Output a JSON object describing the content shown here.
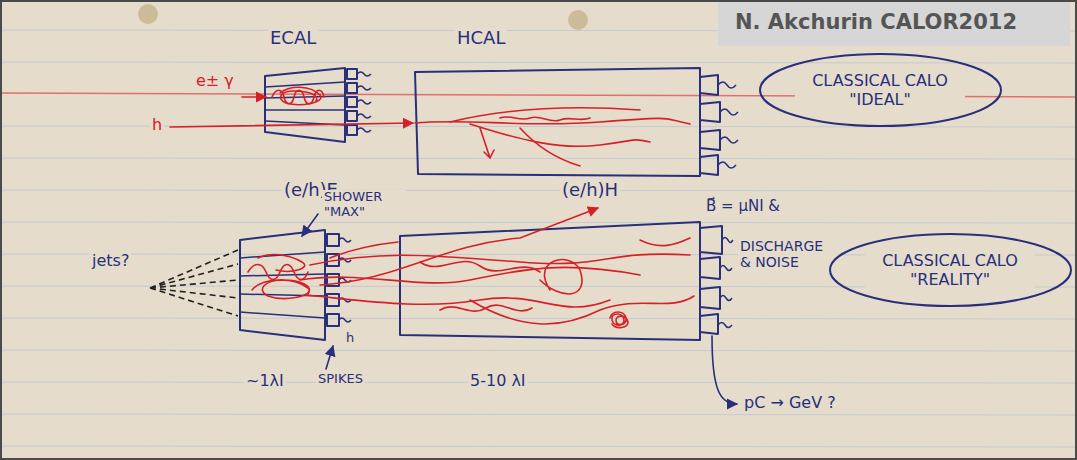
{
  "diagram": {
    "nodes": [
      {
        "text": [
          "CLASSICAL CALO \"IDEAL\""
        ]
      },
      {
        "text": [
          "CLASSICAL CALO \"REALITY\""
        ]
      }
    ],
    "labels": [
      "ECAL",
      "HCAL",
      "e± γ",
      "h",
      "(e/h)E",
      "(e/h)H",
      "jets?",
      "SHOWER \"MAX\"",
      "SPIKES",
      "h",
      "~1λI",
      "5-10 λI",
      "B⃗ = μNI &",
      "DISCHARGE & NOISE",
      "pC → GeV ?",
      "N. Akchurin CALOR2012"
    ]
  }
}
